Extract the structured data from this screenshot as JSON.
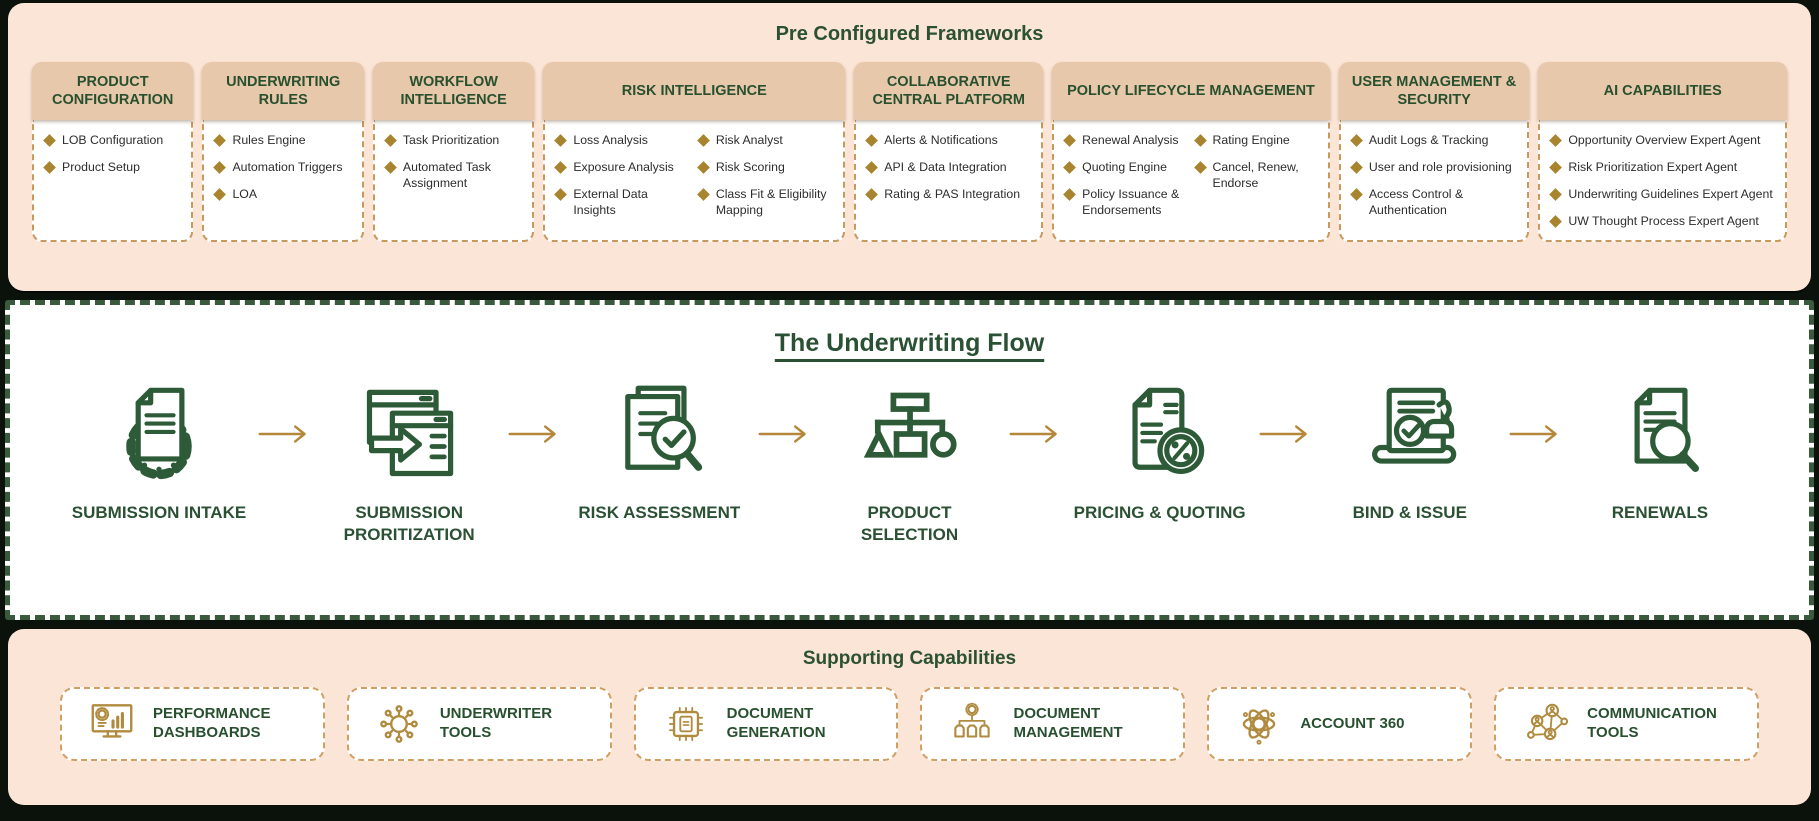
{
  "colors": {
    "dark_green_text": "#2b5134",
    "icon_green": "#2d5b38",
    "gold": "#a8842f",
    "arrow_gold": "#b5873a",
    "peach_panel": "#fbe5d6",
    "tan_card_header": "#e7c8aa",
    "dashed_border_tan": "#c9985c"
  },
  "frameworks": {
    "title": "Pre Configured Frameworks",
    "bullet_icon": "diamond-bullet-icon",
    "cards": [
      {
        "title": "PRODUCT CONFIGURATION",
        "columns": [
          [
            "LOB Configuration",
            "Product Setup"
          ]
        ]
      },
      {
        "title": "UNDERWRITING RULES",
        "columns": [
          [
            "Rules Engine",
            "Automation Triggers",
            "LOA"
          ]
        ]
      },
      {
        "title": "WORKFLOW INTELLIGENCE",
        "columns": [
          [
            "Task Prioritization",
            "Automated Task Assignment"
          ]
        ]
      },
      {
        "title": "RISK INTELLIGENCE",
        "columns": [
          [
            "Loss Analysis",
            "Exposure Analysis",
            "External Data Insights"
          ],
          [
            "Risk Analyst",
            "Risk Scoring",
            "Class Fit & Eligibility Mapping"
          ]
        ]
      },
      {
        "title": "COLLABORATIVE CENTRAL PLATFORM",
        "columns": [
          [
            "Alerts & Notifications",
            "API & Data Integration",
            "Rating & PAS Integration"
          ]
        ]
      },
      {
        "title": "POLICY LIFECYCLE MANAGEMENT",
        "columns": [
          [
            "Renewal Analysis",
            "Quoting Engine",
            "Policy Issuance & Endorsements"
          ],
          [
            "Rating Engine",
            "Cancel, Renew, Endorse"
          ]
        ]
      },
      {
        "title": "USER MANAGEMENT & SECURITY",
        "columns": [
          [
            "Audit Logs & Tracking",
            "User and role provisioning",
            "Access Control & Authentication"
          ]
        ]
      },
      {
        "title": "AI CAPABILITIES",
        "columns": [
          [
            "Opportunity Overview Expert Agent",
            "Risk Prioritization Expert Agent",
            "Underwriting Guidelines Expert Agent",
            "UW Thought Process Expert Agent"
          ]
        ]
      }
    ]
  },
  "flow": {
    "title": "The Underwriting Flow",
    "arrow_icon": "right-arrow-icon",
    "steps": [
      {
        "label": "SUBMISSION INTAKE",
        "icon": "document-gear-icon"
      },
      {
        "label": "SUBMISSION PRORITIZATION",
        "icon": "windows-arrow-icon"
      },
      {
        "label": "RISK ASSESSMENT",
        "icon": "document-magnifier-check-icon"
      },
      {
        "label": "PRODUCT SELECTION",
        "icon": "hierarchy-shapes-icon"
      },
      {
        "label": "PRICING & QUOTING",
        "icon": "document-percent-icon"
      },
      {
        "label": "BIND & ISSUE",
        "icon": "stamp-approval-icon"
      },
      {
        "label": "RENEWALS",
        "icon": "document-search-icon"
      }
    ]
  },
  "supporting": {
    "title": "Supporting Capabilities",
    "pills": [
      {
        "label": "PERFORMANCE DASHBOARDS",
        "icon": "dashboard-monitor-icon"
      },
      {
        "label": "UNDERWRITER TOOLS",
        "icon": "gear-knobs-icon"
      },
      {
        "label": "DOCUMENT GENERATION",
        "icon": "chip-document-icon"
      },
      {
        "label": "DOCUMENT MANAGEMENT",
        "icon": "gear-folders-icon"
      },
      {
        "label": "ACCOUNT 360",
        "icon": "atom-360-icon"
      },
      {
        "label": "COMMUNICATION TOOLS",
        "icon": "people-network-icon"
      }
    ]
  }
}
